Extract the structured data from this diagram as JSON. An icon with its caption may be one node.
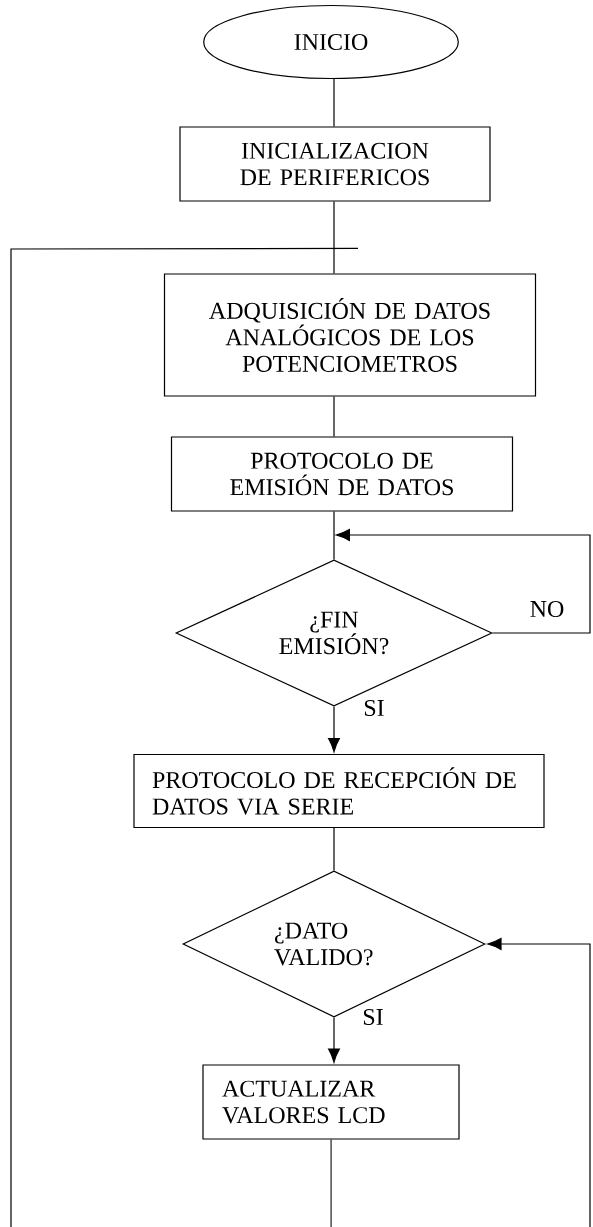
{
  "diagram": {
    "nodes": [
      {
        "text": [
          "INICIO"
        ]
      },
      {
        "text": [
          "INICIALIZACION DE PERIFERICOS"
        ]
      },
      {
        "text": [
          "ADQUISICIÓN DE DATOS ANALÓGICOS DE LOS POTENCIOMETROS"
        ]
      },
      {
        "text": [
          "PROTOCOLO DE EMISIÓN DE DATOS"
        ]
      },
      {
        "text": [
          "¿FIN EMISIÓN?"
        ]
      },
      {
        "text": [
          "PROTOCOLO DE RECEPCIÓN DE DATOS VIA SERIE"
        ]
      },
      {
        "text": [
          "¿DATO VALIDO?"
        ]
      },
      {
        "text": [
          "ACTUALIZAR VALORES LCD"
        ]
      }
    ],
    "edges": [
      {
        "from": 0,
        "to": 1,
        "arrow": "none"
      },
      {
        "from": 1,
        "to": 2,
        "arrow": "none"
      },
      {
        "from": 2,
        "to": 3,
        "arrow": "none"
      },
      {
        "from": 3,
        "to": 4,
        "arrow": "none"
      },
      {
        "from": 4,
        "to": 4,
        "arrow": "to",
        "label": "NO"
      },
      {
        "from": 4,
        "to": 5,
        "arrow": "to",
        "label": "SI"
      },
      {
        "from": 5,
        "to": 6,
        "arrow": "none"
      },
      {
        "from": 6,
        "to": 7,
        "arrow": "to",
        "label": "SI"
      },
      {
        "from": null,
        "to": 6,
        "arrow": "to"
      },
      {
        "from": 7,
        "to": null,
        "arrow": "none"
      },
      {
        "from": null,
        "to": 2,
        "arrow": "none"
      }
    ]
  }
}
